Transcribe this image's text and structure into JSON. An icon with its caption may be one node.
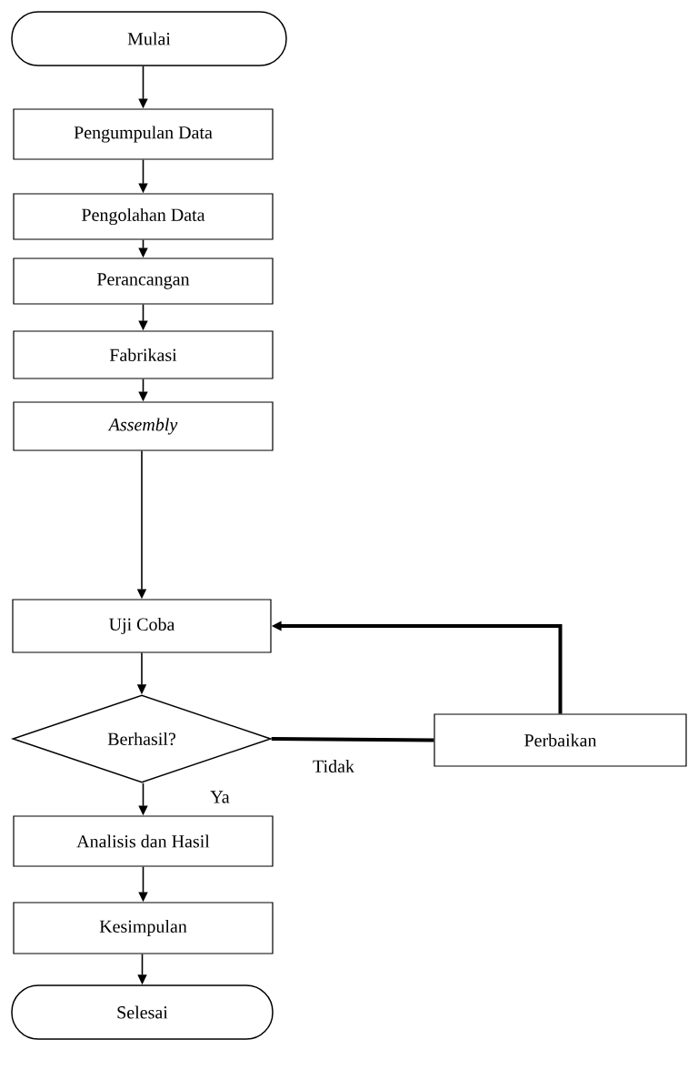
{
  "diagram": {
    "nodes": [
      {
        "text": [
          "Mulai"
        ]
      },
      {
        "text": [
          "Pengumpulan Data"
        ]
      },
      {
        "text": [
          "Pengolahan Data"
        ]
      },
      {
        "text": [
          "Perancangan"
        ]
      },
      {
        "text": [
          "Fabrikasi"
        ]
      },
      {
        "text": [
          "Assembly"
        ]
      },
      {
        "text": [
          "Uji Coba"
        ]
      },
      {
        "text": [
          "Berhasil?"
        ]
      },
      {
        "text": [
          "Perbaikan"
        ]
      },
      {
        "text": [
          "Analisis dan Hasil"
        ]
      },
      {
        "text": [
          "Kesimpulan"
        ]
      },
      {
        "text": [
          "Selesai"
        ]
      }
    ],
    "edges": [
      {
        "from": 0,
        "to": 1,
        "arrow": "to"
      },
      {
        "from": 1,
        "to": 2,
        "arrow": "to"
      },
      {
        "from": 2,
        "to": 3,
        "arrow": "to"
      },
      {
        "from": 3,
        "to": 4,
        "arrow": "to"
      },
      {
        "from": 4,
        "to": 5,
        "arrow": "to"
      },
      {
        "from": 5,
        "to": 6,
        "arrow": "to"
      },
      {
        "from": 6,
        "to": 7,
        "arrow": "to"
      },
      {
        "from": 7,
        "to": 8,
        "arrow": "none",
        "label": "Tidak",
        "style": "thick"
      },
      {
        "from": 8,
        "to": 6,
        "arrow": "to",
        "style": "thick"
      },
      {
        "from": 7,
        "to": 9,
        "arrow": "to",
        "label": "Ya"
      },
      {
        "from": 9,
        "to": 10,
        "arrow": "to"
      },
      {
        "from": 10,
        "to": 11,
        "arrow": "to"
      }
    ]
  }
}
